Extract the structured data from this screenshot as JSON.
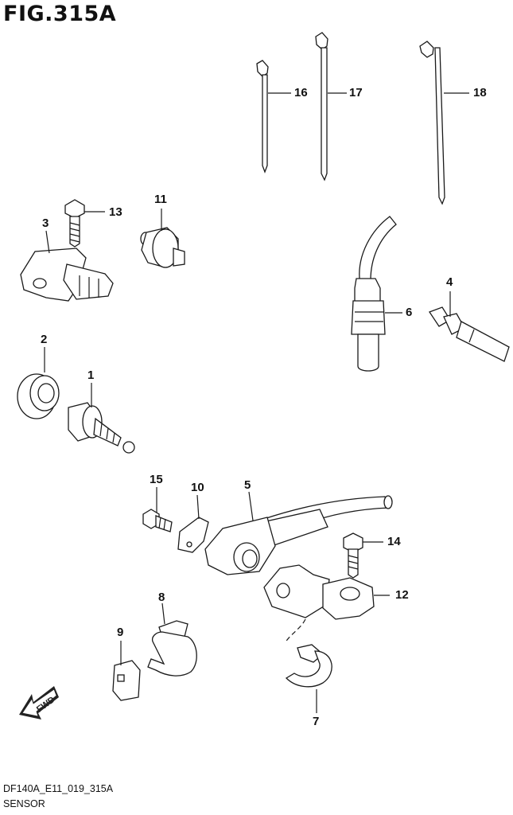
{
  "figure": {
    "title": "FIG.315A"
  },
  "callouts": {
    "c1": "1",
    "c2": "2",
    "c3": "3",
    "c4": "4",
    "c5": "5",
    "c6": "6",
    "c7": "7",
    "c8": "8",
    "c9": "9",
    "c10": "10",
    "c11": "11",
    "c12": "12",
    "c13": "13",
    "c14": "14",
    "c15": "15",
    "c16": "16",
    "c17": "17",
    "c18": "18"
  },
  "fwd_label": "FWD",
  "footer": {
    "code": "DF140A_E11_019_315A",
    "name": "SENSOR"
  }
}
